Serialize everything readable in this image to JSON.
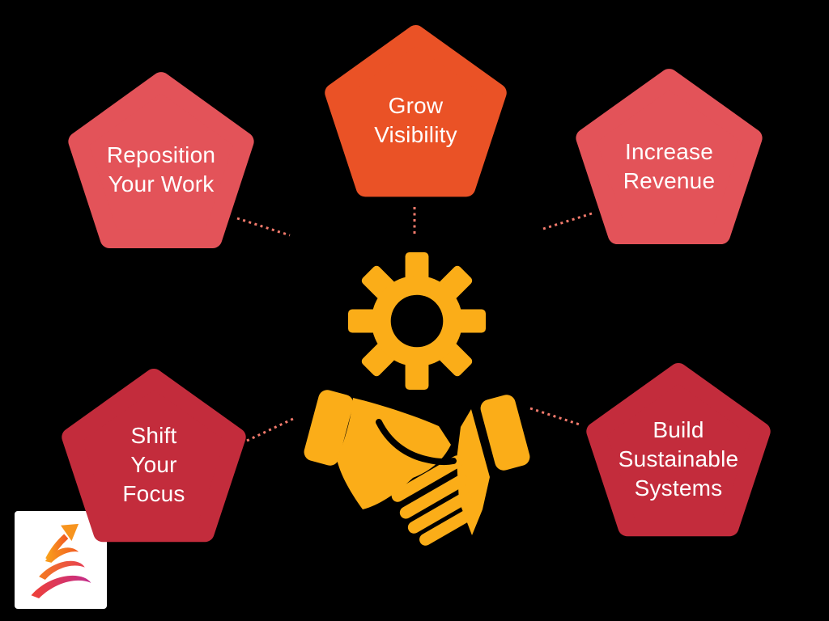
{
  "background": "#000000",
  "nodes": [
    {
      "id": "reposition-your-work",
      "lines": [
        "Reposition",
        "Your Work",
        ""
      ],
      "color": "#E35359"
    },
    {
      "id": "grow-visibility",
      "lines": [
        "Grow",
        "Visibility",
        ""
      ],
      "color": "#EA5226"
    },
    {
      "id": "increase-revenue",
      "lines": [
        "Increase",
        "Revenue",
        ""
      ],
      "color": "#E35359"
    },
    {
      "id": "shift-your-focus",
      "lines": [
        "Shift",
        "Your",
        "Focus"
      ],
      "color": "#C32C3C"
    },
    {
      "id": "build-sustainable-systems",
      "lines": [
        "Build",
        "Sustainable",
        "Systems"
      ],
      "color": "#C32C3C"
    }
  ],
  "text_color": "#FFFFFF",
  "center": {
    "icon_color": "#FBAD18",
    "icons": [
      "gear-icon",
      "handshake-icon"
    ]
  },
  "connectors": {
    "color": "#F27A6C",
    "edges": [
      {
        "from": "reposition-your-work",
        "to": "center"
      },
      {
        "from": "grow-visibility",
        "to": "center"
      },
      {
        "from": "increase-revenue",
        "to": "center"
      },
      {
        "from": "shift-your-focus",
        "to": "center"
      },
      {
        "from": "build-sustainable-systems",
        "to": "center"
      }
    ]
  },
  "logo": {
    "name": "spiral-arrow-logo",
    "background": "#FFFFFF",
    "arrow_color": "#F7941E",
    "gradients": {
      "g1": [
        "#F9A01B",
        "#F15A24"
      ],
      "g2": [
        "#F47B20",
        "#E63E54"
      ],
      "g3": [
        "#EF4136",
        "#C22B8C"
      ]
    }
  }
}
